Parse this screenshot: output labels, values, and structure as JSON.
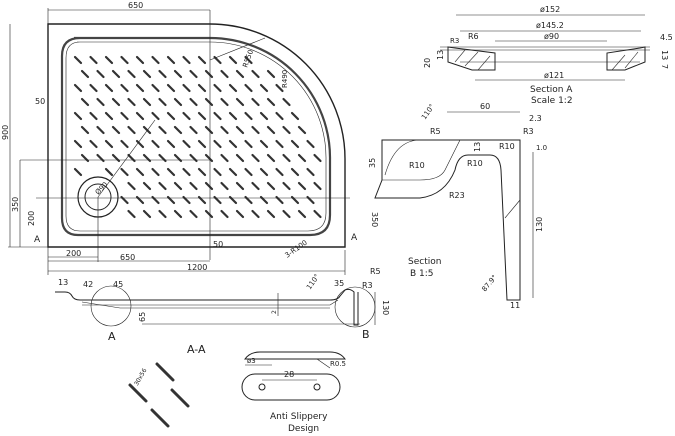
{
  "plan": {
    "dim_top_650": "650",
    "dim_900": "900",
    "dim_50_left": "50",
    "dim_350": "350",
    "dim_200_v": "200",
    "section_marker_left": "A",
    "section_marker_right": "A",
    "dim_350_right": "350",
    "r550": "R550",
    "r490": "R490",
    "drain_dia": "Ø90",
    "dim_50_bottom": "50",
    "dim_200_h": "200",
    "dim_650_bottom": "650",
    "dim_1200": "1200",
    "r100": "3-R100"
  },
  "section_aa": {
    "title": "A-A",
    "dim_13": "13",
    "dim_42": "42",
    "dim_45": "45",
    "dim_65": "65",
    "dim_2": "2",
    "angle_110": "110°",
    "dim_35": "35",
    "r5": "R5",
    "r3": "R3",
    "dim_130": "130",
    "detail_a": "A",
    "detail_b": "B"
  },
  "section_a": {
    "title": "Section A",
    "scale": "Scale 1:2",
    "d152": "ø152",
    "d145": "ø145.2",
    "d90": "ø90",
    "d121": "ø121",
    "r6": "R6",
    "r3": "R3",
    "h20": "20",
    "h13_left": "13",
    "h13_right": "13",
    "t45": "4.5",
    "h7": "7"
  },
  "section_b": {
    "title": "Section",
    "scale": "B  1:5",
    "w60": "60",
    "angle_110": "110°",
    "r5": "R5",
    "r10_a": "R10",
    "r10_b": "R10",
    "r10_c": "R10",
    "r23": "R23",
    "h35": "35",
    "h13": "13",
    "t23": "2.3",
    "r3": "R3",
    "t10": "1.0",
    "h130": "130",
    "angle_879": "87.9°",
    "w11": "11"
  },
  "anti_slip": {
    "title_line1": "Anti Slippery",
    "title_line2": "Design",
    "d3": "ø3",
    "r05": "R0.5",
    "w28": "28",
    "pitch": "30x56"
  }
}
